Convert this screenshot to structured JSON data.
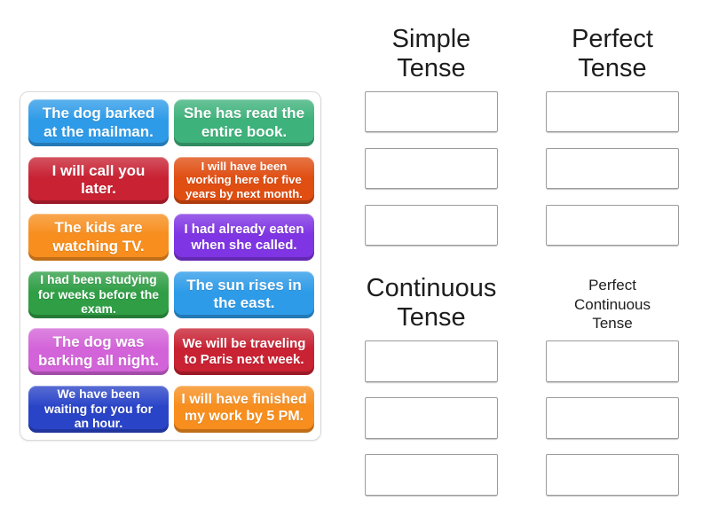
{
  "activity": {
    "type": "group-sort",
    "cards": [
      {
        "text": "The dog barked at the mailman.",
        "color": "#2e9be8"
      },
      {
        "text": "She has read the entire book.",
        "color": "#3eb27b"
      },
      {
        "text": "I will call you later.",
        "color": "#c82233"
      },
      {
        "text": "I will have been working here for five years by next month.",
        "color": "#e04e12"
      },
      {
        "text": "The kids are watching TV.",
        "color": "#f78e1e"
      },
      {
        "text": "I had already eaten when she called.",
        "color": "#7f35e3"
      },
      {
        "text": "I had been studying for weeks before the exam.",
        "color": "#2f9e45"
      },
      {
        "text": "The sun rises in the east.",
        "color": "#2e9be8"
      },
      {
        "text": "The dog was barking all night.",
        "color": "#d363d8"
      },
      {
        "text": "We will be traveling to Paris next week.",
        "color": "#c82233"
      },
      {
        "text": "We have been waiting for you for an hour.",
        "color": "#2a44c8"
      },
      {
        "text": "I will have finished my work by 5 PM.",
        "color": "#f78e1e"
      }
    ],
    "groups": [
      {
        "label": "Simple Tense",
        "slots": 3
      },
      {
        "label": "Perfect Tense",
        "slots": 3
      },
      {
        "label": "Continuous Tense",
        "slots": 3
      },
      {
        "label": "Perfect Continuous Tense",
        "slots": 3
      }
    ]
  },
  "colors": {
    "card_text": "#ffffff",
    "header_text": "#1d1d1d",
    "slot_border": "#9b9b9b",
    "tray_border": "#d8d8d8",
    "page_background": "#ffffff"
  }
}
